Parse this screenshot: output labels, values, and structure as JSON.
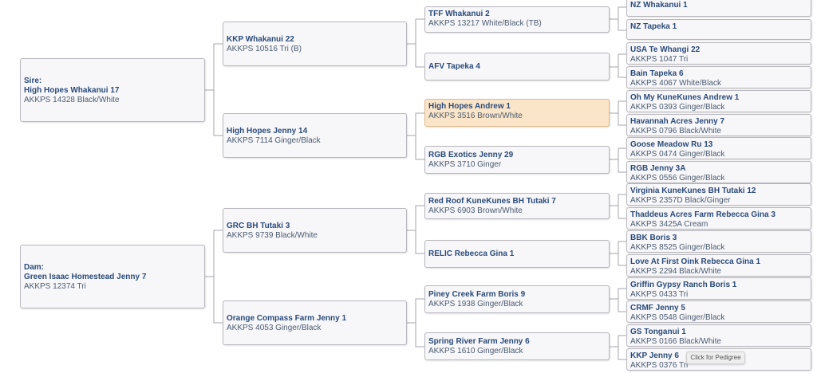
{
  "tooltip": "Click for Pedigree",
  "sire": {
    "prefix": "Sire:",
    "name": "High Hopes Whakanui 17",
    "reg": "AKKPS 14328 Black/White"
  },
  "dam": {
    "prefix": "Dam:",
    "name": "Green Isaac Homestead Jenny 7",
    "reg": "AKKPS 12374 Tri"
  },
  "gen2": [
    {
      "name": "KKP Whakanui 22",
      "reg": "AKKPS 10516 Tri (B)"
    },
    {
      "name": "High Hopes Jenny 14",
      "reg": "AKKPS 7114 Ginger/Black"
    },
    {
      "name": "GRC BH Tutaki 3",
      "reg": "AKKPS 9739 Black/White"
    },
    {
      "name": "Orange Compass Farm Jenny 1",
      "reg": "AKKPS 4053 Ginger/Black"
    }
  ],
  "gen3": [
    {
      "name": "TFF Whakanui 2",
      "reg": "AKKPS 13217 White/Black (TB)"
    },
    {
      "name": "AFV Tapeka 4",
      "reg": ""
    },
    {
      "name": "High Hopes Andrew 1",
      "reg": "AKKPS 3516 Brown/White"
    },
    {
      "name": "RGB Exotics Jenny 29",
      "reg": "AKKPS 3710 Ginger"
    },
    {
      "name": "Red Roof KuneKunes BH Tutaki 7",
      "reg": "AKKPS 6903 Brown/White"
    },
    {
      "name": "RELIC Rebecca Gina 1",
      "reg": ""
    },
    {
      "name": "Piney Creek Farm Boris 9",
      "reg": "AKKPS 1938 Ginger/Black"
    },
    {
      "name": "Spring River Farm Jenny 6",
      "reg": "AKKPS 1610 Ginger/Black"
    }
  ],
  "gen4": [
    {
      "name": "NZ Whakanui 1",
      "reg": ""
    },
    {
      "name": "NZ Tapeka 1",
      "reg": ""
    },
    {
      "name": "USA Te Whangi 22",
      "reg": "AKKPS 1047 Tri"
    },
    {
      "name": "Bain Tapeka 6",
      "reg": "AKKPS 4067 White/Black"
    },
    {
      "name": "Oh My KuneKunes Andrew 1",
      "reg": "AKKPS 0393 Ginger/Black"
    },
    {
      "name": "Havannah Acres Jenny 7",
      "reg": "AKKPS 0796 Black/White"
    },
    {
      "name": "Goose Meadow Ru 13",
      "reg": "AKKPS 0474 Ginger/Black"
    },
    {
      "name": "RGB Jenny 3A",
      "reg": "AKKPS 0556 Ginger/Black"
    },
    {
      "name": "Virginia KuneKunes BH Tutaki 12",
      "reg": "AKKPS 2357D Black/Ginger"
    },
    {
      "name": "Thaddeus Acres Farm Rebecca Gina 3",
      "reg": "AKKPS 3425A Cream"
    },
    {
      "name": "BBK Boris 3",
      "reg": "AKKPS 8525 Ginger/Black"
    },
    {
      "name": "Love At First Oink Rebecca Gina 1",
      "reg": "AKKPS 2294 Black/White"
    },
    {
      "name": "Griffin Gypsy Ranch Boris 1",
      "reg": "AKKPS 0433 Tri"
    },
    {
      "name": "CRMF Jenny 5",
      "reg": "AKKPS 0548 Ginger/Black"
    },
    {
      "name": "GS Tonganui 1",
      "reg": "AKKPS 0166 Black/White"
    },
    {
      "name": "KKP Jenny 6",
      "reg": "AKKPS 0376 Tri"
    }
  ]
}
